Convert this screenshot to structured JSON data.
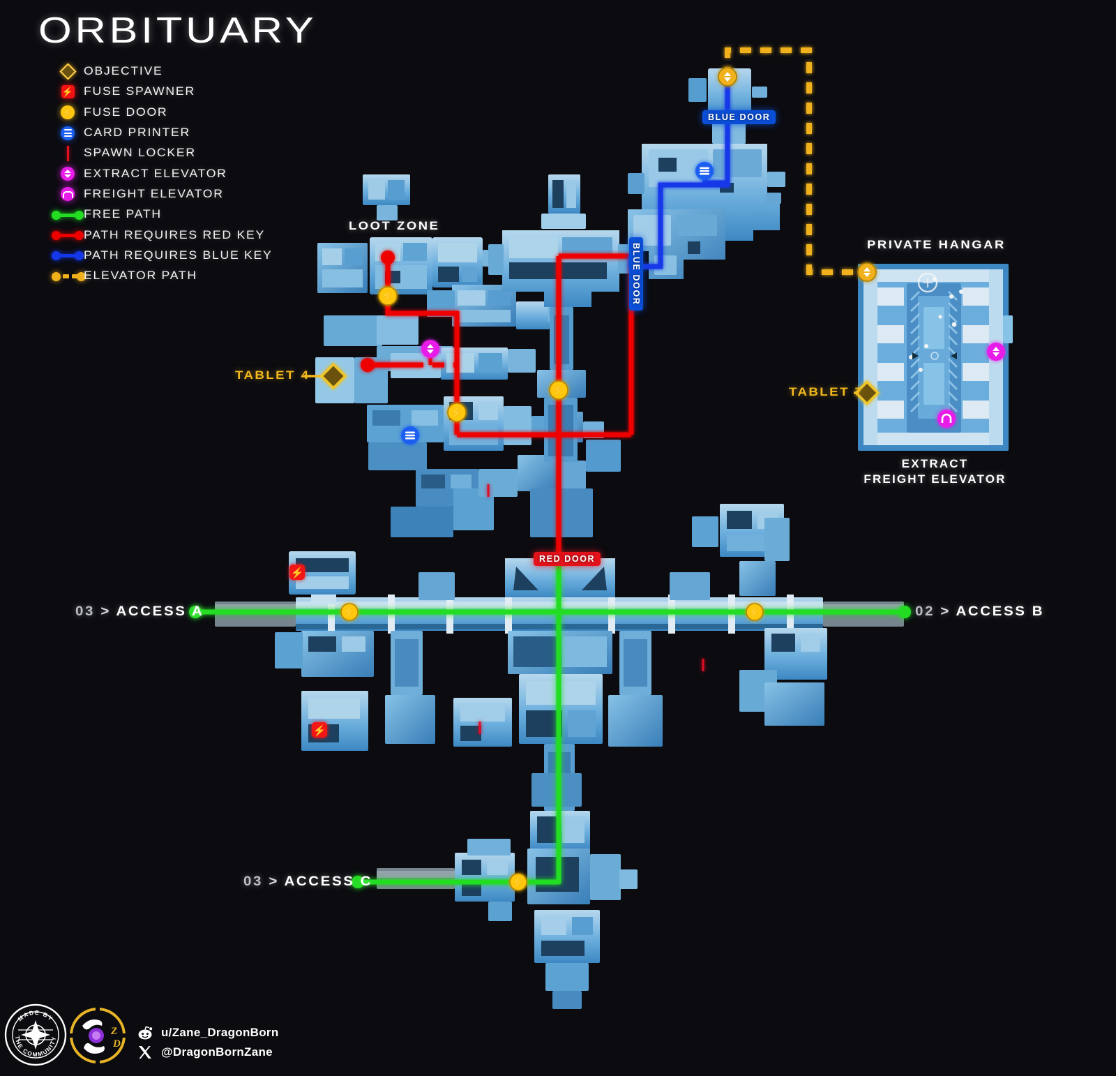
{
  "title": "ORBITUARY",
  "legend": {
    "items": [
      {
        "label": "OBJECTIVE",
        "icon": "objective-diamond-icon",
        "color": "#f0b11a"
      },
      {
        "label": "FUSE SPAWNER",
        "icon": "fuse-spawner-icon",
        "color": "#f21212"
      },
      {
        "label": "FUSE DOOR",
        "icon": "fuse-door-icon",
        "color": "#ffc711"
      },
      {
        "label": "CARD PRINTER",
        "icon": "card-printer-icon",
        "color": "#1b5ff0"
      },
      {
        "label": "SPAWN LOCKER",
        "icon": "spawn-locker-icon",
        "color": "#e01020"
      },
      {
        "label": "EXTRACT ELEVATOR",
        "icon": "extract-elevator-icon",
        "color": "#e81ce8"
      },
      {
        "label": "FREIGHT ELEVATOR",
        "icon": "freight-elevator-icon",
        "color": "#e81ce8"
      },
      {
        "label": "FREE PATH",
        "icon": "free-path-icon",
        "color": "#22dd22"
      },
      {
        "label": "PATH REQUIRES RED KEY",
        "icon": "red-path-icon",
        "color": "#ee0000"
      },
      {
        "label": "PATH REQUIRES BLUE KEY",
        "icon": "blue-path-icon",
        "color": "#1438e8"
      },
      {
        "label": "ELEVATOR PATH",
        "icon": "elevator-path-icon",
        "color": "#f0b11a"
      }
    ]
  },
  "map_labels": {
    "loot_zone": "LOOT ZONE",
    "private_hangar": "PRIVATE HANGAR",
    "tablet_4": "TABLET 4",
    "tablet_7": "TABLET 7",
    "extract_freight_line1": "EXTRACT",
    "extract_freight_line2": "FREIGHT ELEVATOR",
    "blue_door_top": "BLUE DOOR",
    "blue_door_side": "BLUE DOOR",
    "red_door": "RED DOOR"
  },
  "access_points": [
    {
      "id": "access-a",
      "number": "03",
      "sep": ">",
      "name": "ACCESS A"
    },
    {
      "id": "access-b",
      "number": "02",
      "sep": ">",
      "name": "ACCESS B"
    },
    {
      "id": "access-c",
      "number": "03",
      "sep": ">",
      "name": "ACCESS C"
    }
  ],
  "footer": {
    "community_badge_top": "MADE BY",
    "community_badge_bottom": "THE COMMUNITY",
    "logo_initials": "ZD",
    "reddit_handle": "u/Zane_DragonBorn",
    "x_handle": "@DragonBornZane"
  },
  "colors": {
    "background": "#0b0b10",
    "map_fill": "#3f9bdd",
    "map_light": "#a8d6f2",
    "map_dark": "#16324a",
    "green_path": "#22dd22",
    "red_path": "#ee0000",
    "blue_path": "#1438e8",
    "elevator_path": "#f0b11a",
    "objective": "#f0b11a",
    "elevator_marker": "#e81ce8"
  }
}
